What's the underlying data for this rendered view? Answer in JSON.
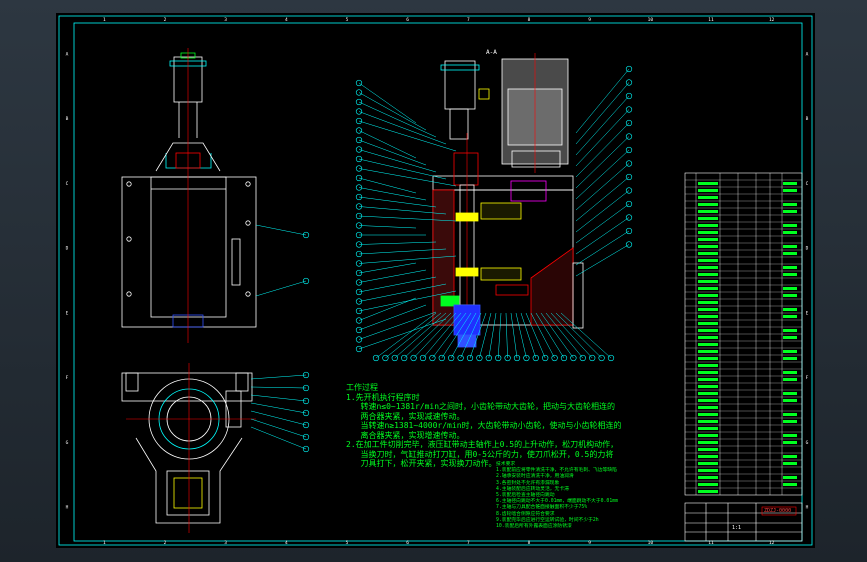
{
  "section_label": "A-A",
  "border_numbers": [
    "1",
    "2",
    "3",
    "4",
    "5",
    "6",
    "7",
    "8",
    "9",
    "10",
    "11",
    "12"
  ],
  "border_letters": [
    "A",
    "B",
    "C",
    "D",
    "E",
    "F",
    "G",
    "H"
  ],
  "work_notes": {
    "title": "工作过程",
    "lines": [
      "1.先开机执行程序时",
      "   转速n≤0~1381r/min之间时，小齿轮带动大齿轮，把动与大齿轮相连的",
      "   两合器夹紧，实现减速传动。",
      "   当转速n≥1381~4000r/min时，大齿轮带动小齿轮，使动与小齿轮相连的",
      "   离合器夹紧，实现增速传动。",
      "2.在加工件切削完毕，液压缸带动主轴作上0.5的上升动作，松刀机构动作，",
      "   当换刀时，气缸推动打刀缸，用0-5公斤的力，使刀爪松开，0.5的力将",
      "   刀具打下，松开夹紧，实现换刀动作。"
    ]
  },
  "tech_notes": {
    "title": "技术要求",
    "lines": [
      "1.装配前应将零件清洗干净，不允许有毛刺、飞边等缺陷",
      "2.轴承安装时应清洗干净，用油润滑",
      "3.各密封处不允许有渗漏现象",
      "4.主轴装配后应转动灵活，无卡滞",
      "5.装配后检查主轴径向跳动",
      "6.主轴径向跳动不大于0.01mm，端面跳动不大于0.01mm",
      "7.主轴与刀具配合锥面接触面积不少于75%",
      "8.齿轮啮合侧隙应符合要求",
      "9.装配完毕后应进行空运转试验，时间不少于2h",
      "10.装配后所有外露表面应涂防锈漆"
    ]
  },
  "title_block": {
    "drawing_no": "ZDZJ-0000",
    "scale": "1:1"
  },
  "colors": {
    "sheet": "#000000",
    "frame": "#ffffff",
    "inner_frame": "#00ffff",
    "part_outline": "#ffffff",
    "center_line": "#ff0000",
    "hatch": "#ff0000",
    "leader": "#00ffff",
    "text": "#00ff20",
    "bearing": "#ffff00",
    "motor_body": "#808080",
    "magenta": "#ff00ff",
    "blue": "#3050ff"
  }
}
